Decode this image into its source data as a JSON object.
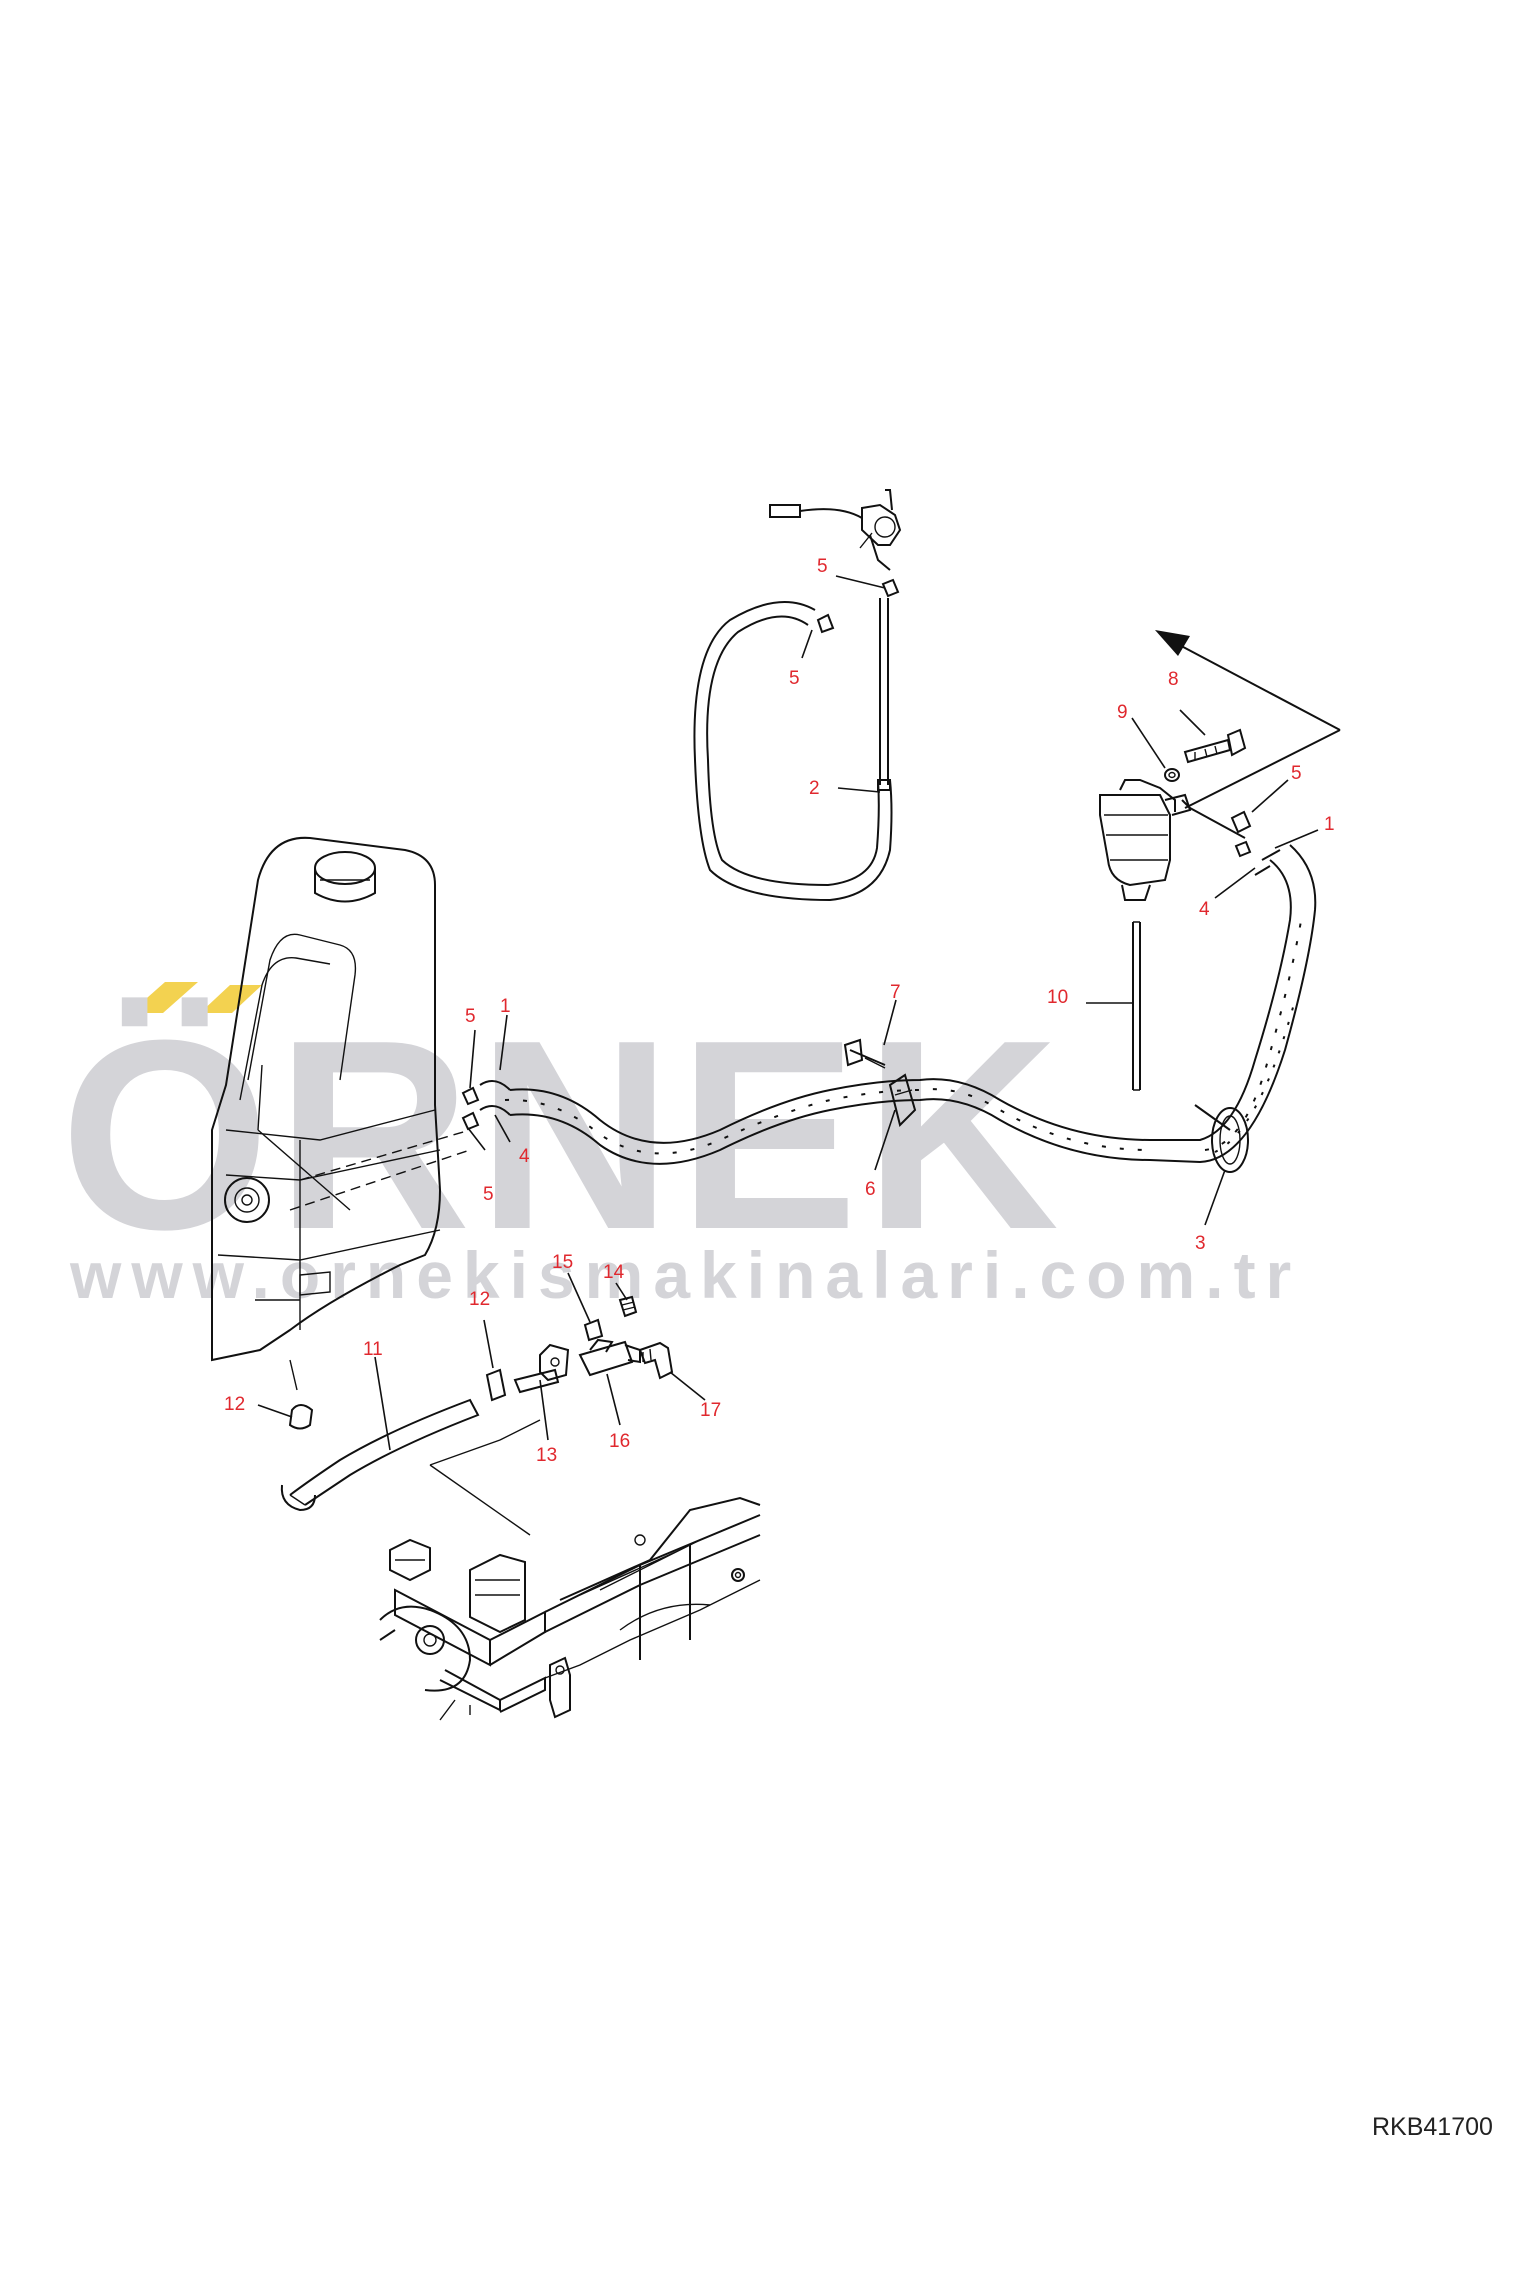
{
  "watermark": {
    "brand": "ÖRNEK",
    "url": "www.ornekismakinalari.com.tr",
    "brand_color": "#d4d4d8",
    "accent_color": "#f3d250"
  },
  "reference_code": "RKB41700",
  "label_color": "#e0282e",
  "callouts": [
    {
      "id": "c5a",
      "text": "5"
    },
    {
      "id": "c5b",
      "text": "5"
    },
    {
      "id": "c2",
      "text": "2"
    },
    {
      "id": "c8",
      "text": "8"
    },
    {
      "id": "c9",
      "text": "9"
    },
    {
      "id": "c5c",
      "text": "5"
    },
    {
      "id": "c1a",
      "text": "1"
    },
    {
      "id": "c4a",
      "text": "4"
    },
    {
      "id": "c10",
      "text": "10"
    },
    {
      "id": "c7",
      "text": "7"
    },
    {
      "id": "c1b",
      "text": "1"
    },
    {
      "id": "c5d",
      "text": "5"
    },
    {
      "id": "c4b",
      "text": "4"
    },
    {
      "id": "c5e",
      "text": "5"
    },
    {
      "id": "c6",
      "text": "6"
    },
    {
      "id": "c3",
      "text": "3"
    },
    {
      "id": "c14",
      "text": "14"
    },
    {
      "id": "c15",
      "text": "15"
    },
    {
      "id": "c12a",
      "text": "12"
    },
    {
      "id": "c11",
      "text": "11"
    },
    {
      "id": "c13",
      "text": "13"
    },
    {
      "id": "c16",
      "text": "16"
    },
    {
      "id": "c17",
      "text": "17"
    },
    {
      "id": "c12b",
      "text": "12"
    }
  ]
}
